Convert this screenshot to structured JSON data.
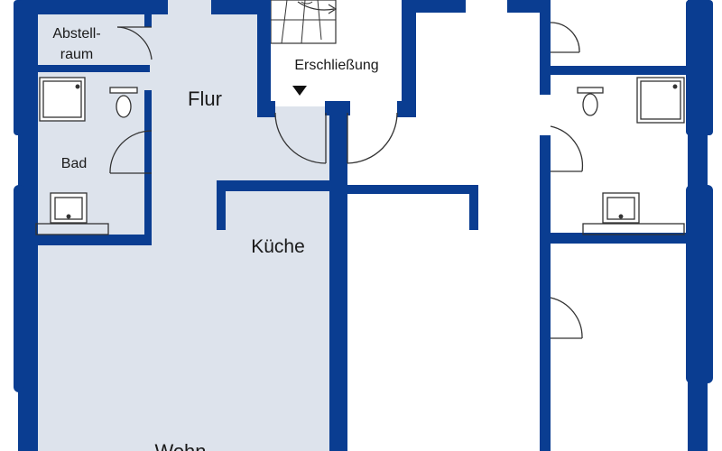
{
  "floorplan": {
    "colors": {
      "wall": "#0a3d91",
      "unit_fill": "#dde3ec",
      "fixture_stroke": "#333333",
      "background": "#ffffff"
    },
    "rooms": {
      "abstellraum_line1": "Abstell-",
      "abstellraum_line2": "raum",
      "flur": "Flur",
      "bad": "Bad",
      "kueche": "Küche",
      "wohn": "Wohn",
      "erschliessung": "Erschließung"
    },
    "icons": {
      "stair_arrow": "stair-direction-arrow",
      "entry_marker": "triangle-down"
    }
  }
}
